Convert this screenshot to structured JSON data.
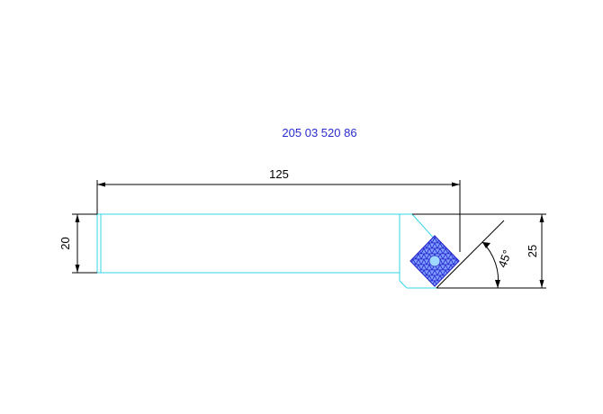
{
  "drawing": {
    "part_number": "205 03 520 86",
    "dimensions": {
      "length": "125",
      "height_left": "20",
      "height_right": "25",
      "angle": "45°"
    },
    "colors": {
      "background": "#ffffff",
      "outline": "#33d6e6",
      "dimension": "#000000",
      "part_number": "#2a2acc",
      "insert_fill": "#2a2acc"
    }
  }
}
